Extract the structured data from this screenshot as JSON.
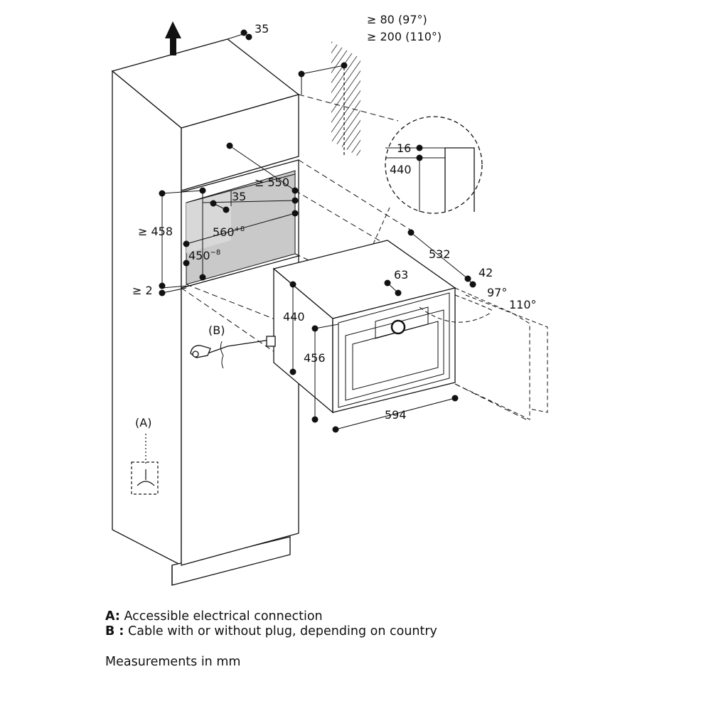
{
  "labels": {
    "clearance_back": "35",
    "vent_line1": "≥ 80 (97°)",
    "vent_line2": "≥ 200 (110°)",
    "depth_min": "≥ 550",
    "depth_offset": "35",
    "niche_height": "≥ 458",
    "niche_width": "560",
    "niche_width_tol": "+8",
    "niche_depth": "450",
    "niche_depth_tol": "−8",
    "bottom_gap": "≥ 2",
    "detail_top": "16",
    "detail_height": "440",
    "appliance_depth": "532",
    "panel_offset": "42",
    "angle_97": "97°",
    "angle_110": "110°",
    "top_offset": "63",
    "appliance_height": "440",
    "front_height": "456",
    "front_width": "594",
    "ref_b": "(B)",
    "ref_a": "(A)"
  },
  "legend": {
    "a_key": "A:",
    "a_text": "Accessible electrical connection",
    "b_key": "B :",
    "b_text": "Cable with or without plug, depending on country",
    "units": "Measurements in mm"
  }
}
